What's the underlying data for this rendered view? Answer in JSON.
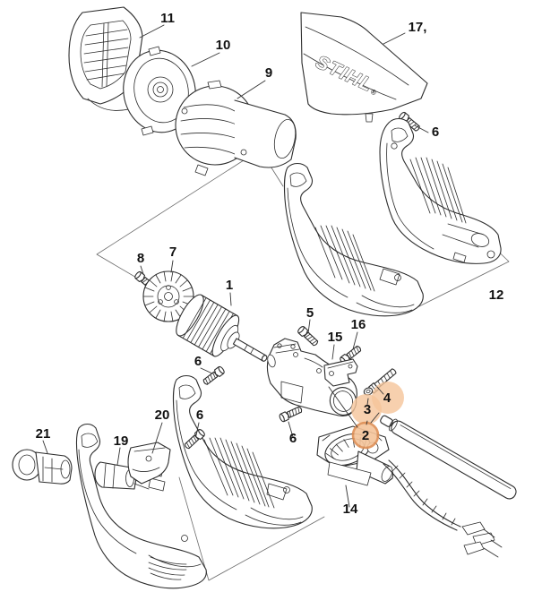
{
  "diagram": {
    "brand_logo": "STIHL",
    "brand_mark": "®",
    "colors": {
      "line": "#2d2d2d",
      "background": "#ffffff",
      "label": "#111111",
      "highlight_fill": "#f5c49a",
      "highlight_ring": "#de8f55"
    },
    "highlighted_callouts": [
      "2",
      "3",
      "4"
    ],
    "callouts": [
      {
        "part": "11"
      },
      {
        "part": "10"
      },
      {
        "part": "9"
      },
      {
        "part": "17,"
      },
      {
        "part": "6"
      },
      {
        "part": "12"
      },
      {
        "part": "8"
      },
      {
        "part": "7"
      },
      {
        "part": "1"
      },
      {
        "part": "5"
      },
      {
        "part": "15"
      },
      {
        "part": "16"
      },
      {
        "part": "4",
        "highlighted": true
      },
      {
        "part": "3",
        "highlighted": true
      },
      {
        "part": "2",
        "highlighted": true
      },
      {
        "part": "6"
      },
      {
        "part": "6"
      },
      {
        "part": "6"
      },
      {
        "part": "20"
      },
      {
        "part": "19"
      },
      {
        "part": "21"
      },
      {
        "part": "14"
      }
    ]
  }
}
